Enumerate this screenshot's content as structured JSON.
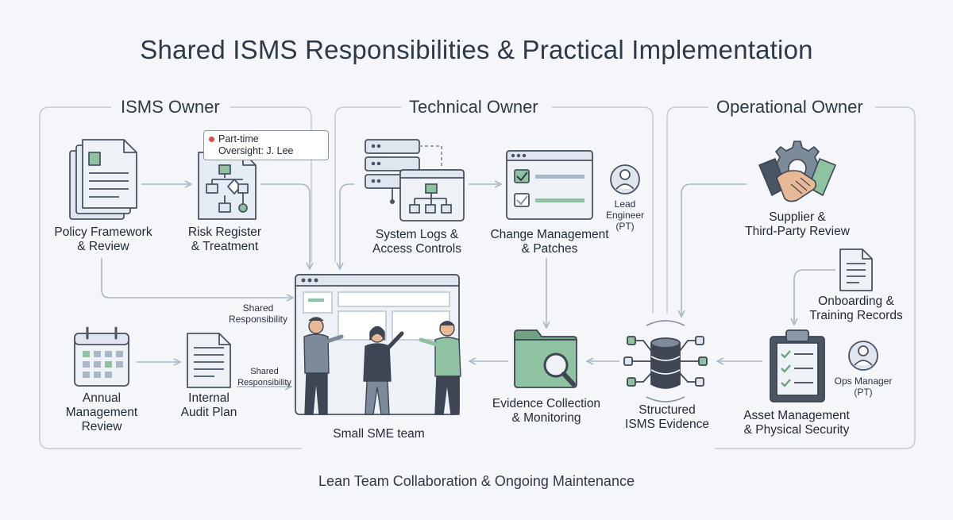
{
  "title": "Shared ISMS Responsibilities & Practical Implementation",
  "footer": "Lean Team Collaboration & Ongoing Maintenance",
  "sections": {
    "isms_owner": "ISMS Owner",
    "technical_owner": "Technical Owner",
    "operational_owner": "Operational Owner"
  },
  "nodes": {
    "policy": [
      "Policy Framework",
      "& Review"
    ],
    "risk": [
      "Risk Register",
      "& Treatment"
    ],
    "risk_note": [
      "Part-time",
      "Oversight: J. Lee"
    ],
    "annual": [
      "Annual",
      "Management",
      "Review"
    ],
    "audit": [
      "Internal",
      "Audit Plan"
    ],
    "shared_1": [
      "Shared",
      "Responsibility"
    ],
    "shared_2": [
      "Shared",
      "Responsibility"
    ],
    "team": "Small SME team",
    "logs": [
      "System Logs &",
      "Access Controls"
    ],
    "change": [
      "Change Management",
      "& Patches"
    ],
    "lead": [
      "Lead",
      "Engineer",
      "(PT)"
    ],
    "evidence": [
      "Evidence Collection",
      "& Monitoring"
    ],
    "structured": [
      "Structured",
      "ISMS Evidence"
    ],
    "supplier": [
      "Supplier &",
      "Third-Party Review"
    ],
    "onboarding": [
      "Onboarding &",
      "Training Records"
    ],
    "ops": [
      "Ops Manager",
      "(PT)"
    ],
    "asset": [
      "Asset Management",
      "& Physical Security"
    ]
  },
  "colors": {
    "line": "#aab7c6",
    "stroke": "#4a5563",
    "panel": "#dfe6ef",
    "green": "#8fc2a0",
    "dark": "#3d4652",
    "skin": "#e8b996"
  }
}
